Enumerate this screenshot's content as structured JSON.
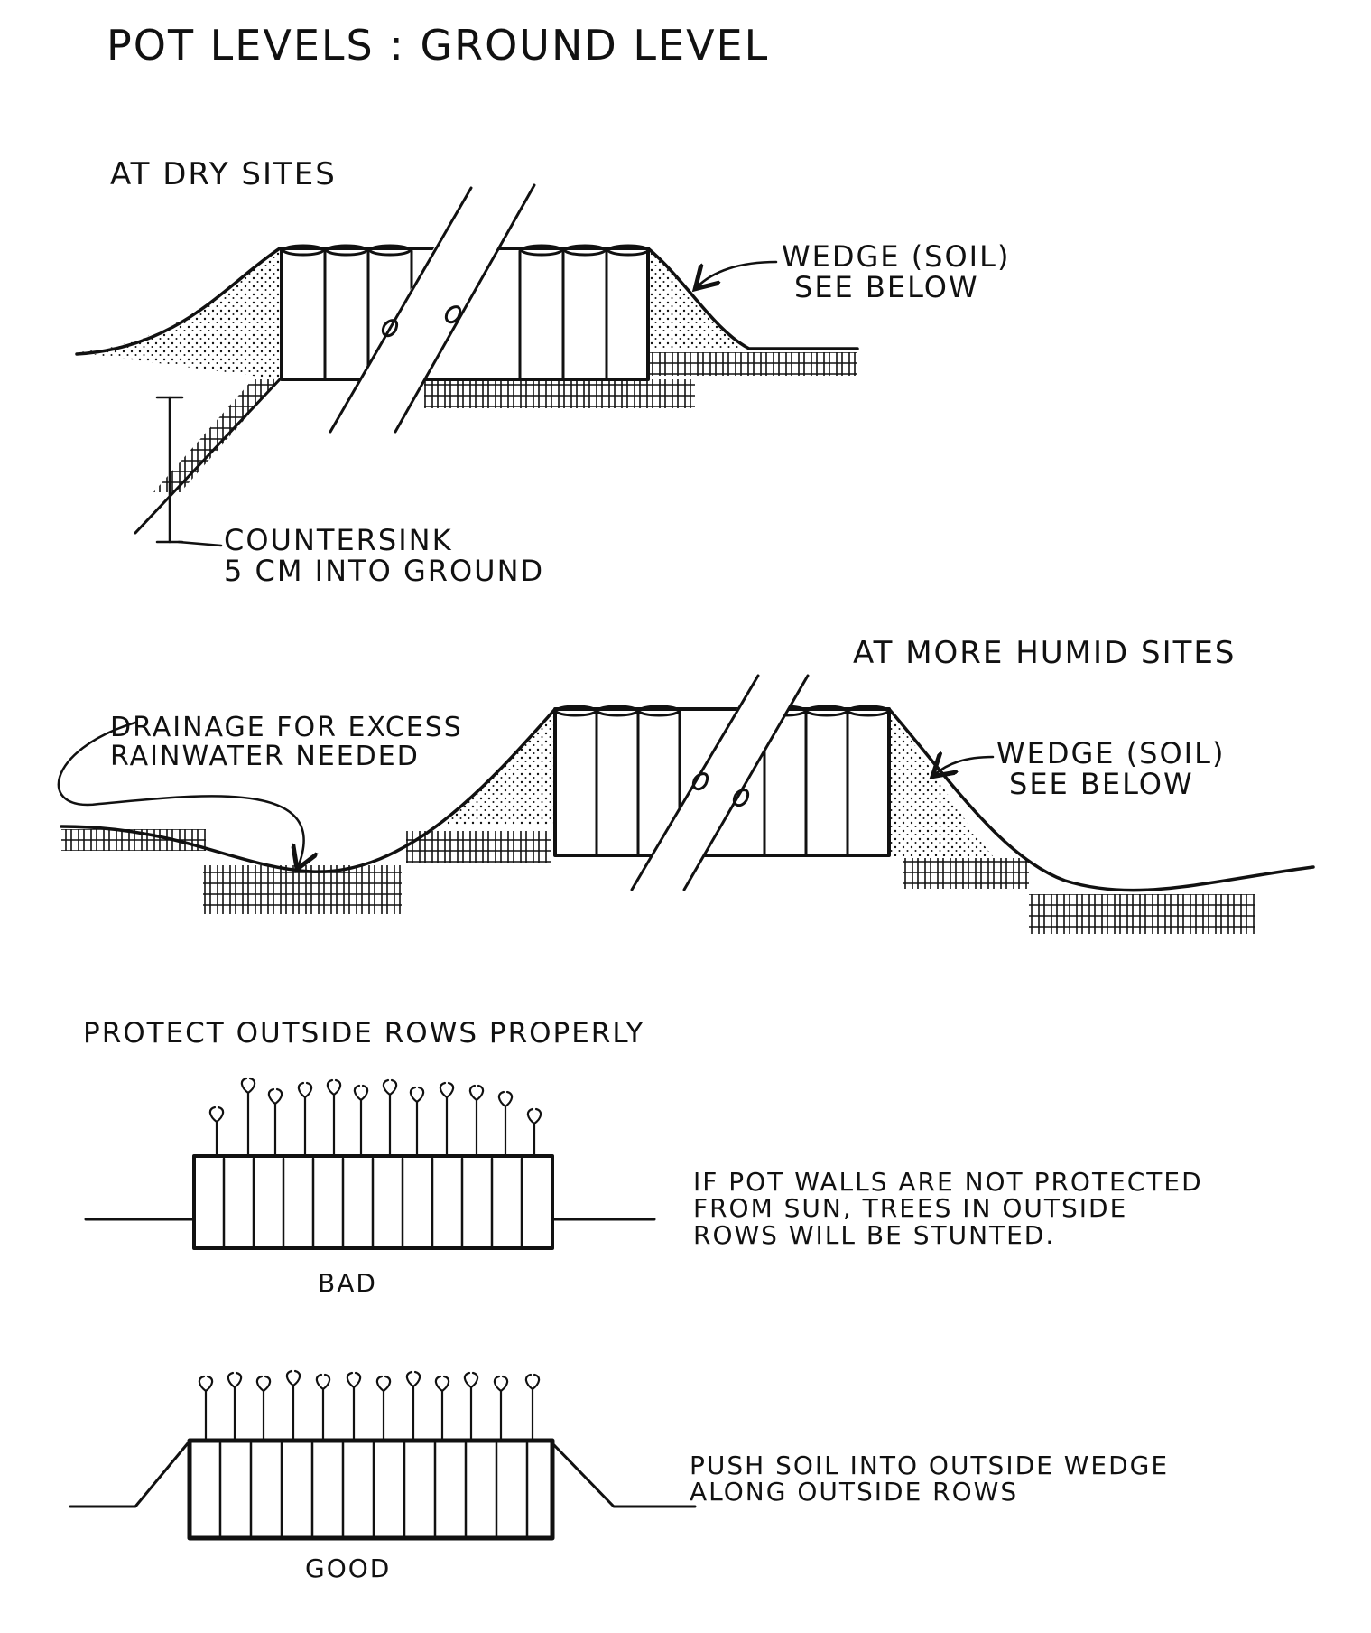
{
  "title": "POT LEVELS : GROUND LEVEL",
  "dry": {
    "heading": "AT DRY SITES",
    "wedge_label": [
      "WEDGE (SOIL)",
      "SEE BELOW"
    ],
    "countersink_label": [
      "COUNTERSINK",
      "5 CM INTO GROUND"
    ]
  },
  "humid": {
    "heading": "AT MORE HUMID SITES",
    "drainage_label": [
      "DRAINAGE FOR EXCESS",
      "RAINWATER NEEDED"
    ],
    "wedge_label": [
      "WEDGE (SOIL)",
      "SEE BELOW"
    ]
  },
  "protect": {
    "heading": "PROTECT OUTSIDE ROWS PROPERLY",
    "bad": {
      "caption": "BAD",
      "note": [
        "IF POT WALLS ARE NOT PROTECTED",
        "FROM SUN, TREES IN OUTSIDE",
        "ROWS WILL BE STUNTED."
      ]
    },
    "good": {
      "caption": "GOOD",
      "note": [
        "PUSH SOIL INTO OUTSIDE WEDGE",
        "ALONG OUTSIDE ROWS"
      ]
    }
  }
}
